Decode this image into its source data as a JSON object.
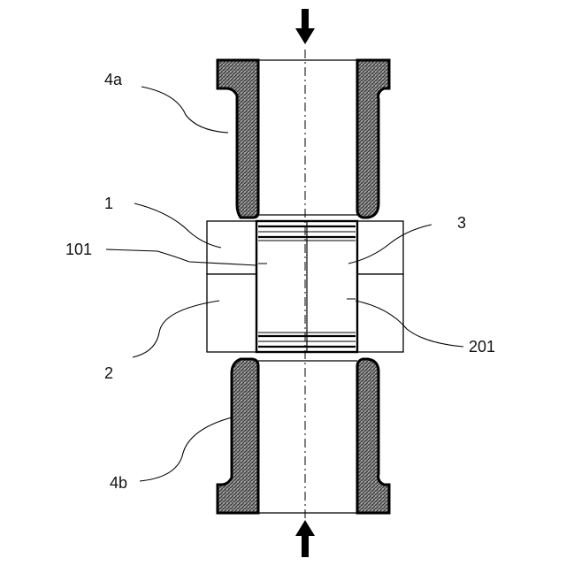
{
  "labels": {
    "part_4a": "4a",
    "part_1": "1",
    "part_101": "101",
    "part_3": "3",
    "part_2": "2",
    "part_201": "201",
    "part_4b": "4b"
  },
  "icons": {
    "arrow_top": "arrow-down-icon",
    "arrow_bottom": "arrow-up-icon"
  }
}
